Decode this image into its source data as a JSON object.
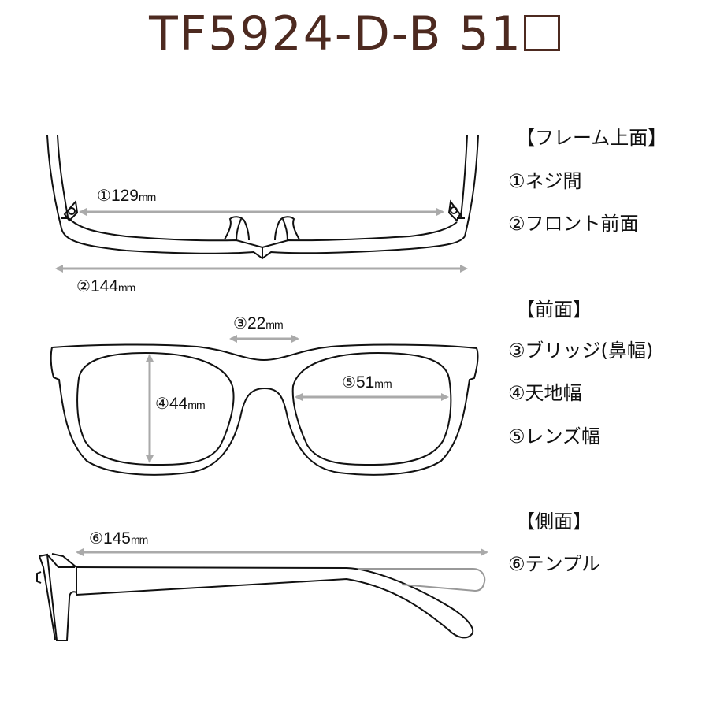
{
  "title": {
    "model": "TF5924-D-B",
    "size": "51",
    "size_symbol": "□"
  },
  "views": {
    "top": {
      "heading": "【フレーム上面】",
      "items": [
        {
          "num": "①",
          "label": "ネジ間",
          "value": "129",
          "unit": "mm"
        },
        {
          "num": "②",
          "label": "フロント前面",
          "value": "144",
          "unit": "mm"
        }
      ]
    },
    "front": {
      "heading": "【前面】",
      "items": [
        {
          "num": "③",
          "label": "ブリッジ(鼻幅)",
          "value": "22",
          "unit": "mm"
        },
        {
          "num": "④",
          "label": "天地幅",
          "value": "44",
          "unit": "mm"
        },
        {
          "num": "⑤",
          "label": "レンズ幅",
          "value": "51",
          "unit": "mm"
        }
      ]
    },
    "side": {
      "heading": "【側面】",
      "items": [
        {
          "num": "⑥",
          "label": "テンプル",
          "value": "145",
          "unit": "mm"
        }
      ]
    }
  },
  "colors": {
    "title": "#4d2a20",
    "outline": "#111111",
    "arrow": "#aaaaaa"
  }
}
